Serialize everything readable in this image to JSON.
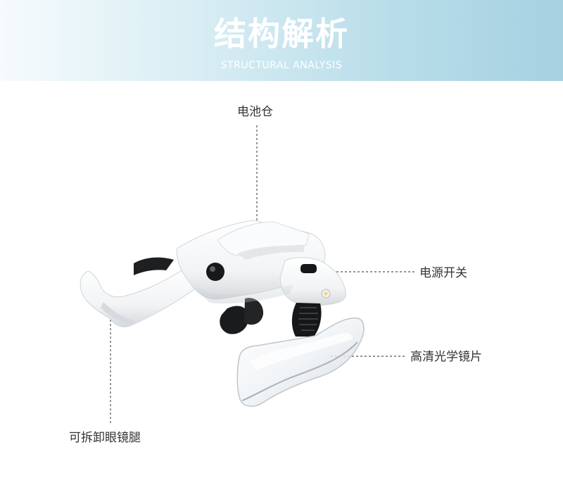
{
  "header": {
    "title": "结构解析",
    "subtitle": "STRUCTURAL ANALYSIS"
  },
  "callouts": {
    "battery": "电池仓",
    "switch": "电源开关",
    "lens": "高清光学镜片",
    "temple": "可拆卸眼镜腿"
  },
  "colors": {
    "header_start": "#f6fbfd",
    "header_end": "#a5d1e1",
    "text": "#333333",
    "accent_white": "#ffffff"
  }
}
